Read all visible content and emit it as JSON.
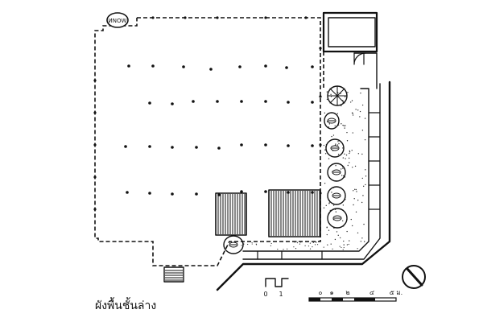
{
  "drawing": {
    "title": "ผังพื้นชั้นล่าง",
    "logo_label": "ИNOW",
    "entrance_scale": {
      "ticks": [
        "0",
        "1"
      ]
    },
    "scale_bar": {
      "ticks": [
        "๐",
        "๑",
        "๒",
        "๔",
        "๕ ม."
      ]
    }
  }
}
